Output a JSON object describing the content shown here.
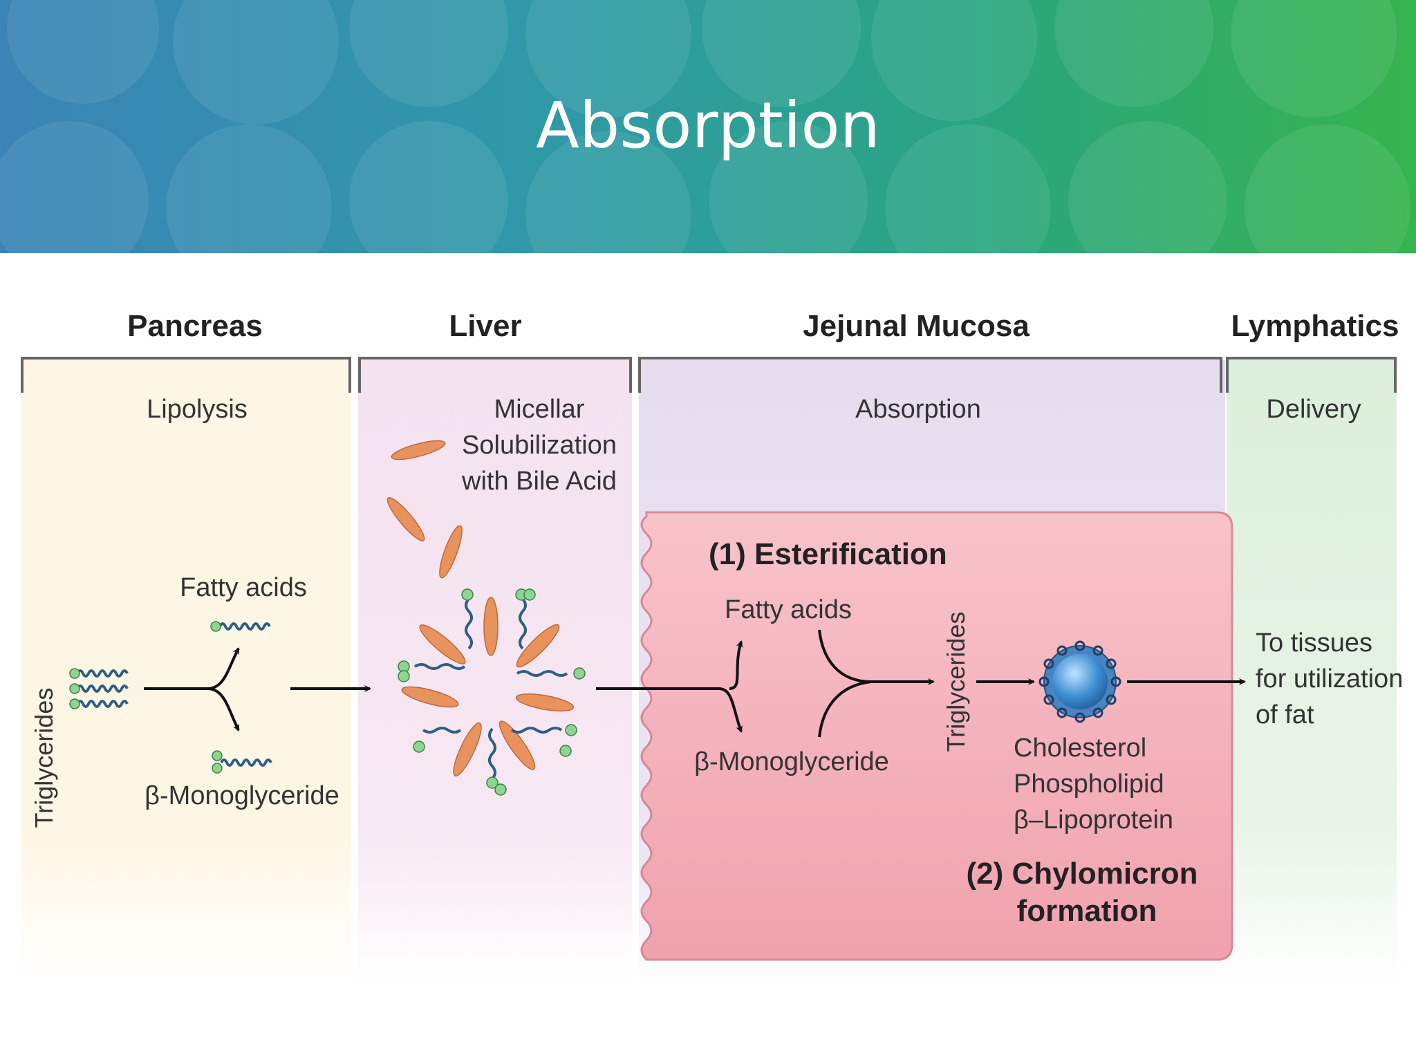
{
  "slide": {
    "title": "Absorption"
  },
  "regions": [
    {
      "name": "Pancreas",
      "process": "Lipolysis"
    },
    {
      "name": "Liver",
      "process": [
        "Micellar",
        "Solubilization",
        "with Bile Acid"
      ]
    },
    {
      "name": "Jejunal Mucosa",
      "process": "Absorption"
    },
    {
      "name": "Lymphatics",
      "process": "Delivery"
    }
  ],
  "pancreas": {
    "triglycerides": "Triglycerides",
    "fatty_acids": "Fatty acids",
    "monoglyceride": "β-Monoglyceride"
  },
  "mucosa": {
    "step1": "(1) Esterification",
    "fatty_acids": "Fatty acids",
    "monoglyceride": "β-Monoglyceride",
    "triglycerides": "Triglycerides",
    "components": [
      "Cholesterol",
      "Phospholipid",
      "β–Lipoprotein"
    ],
    "step2": [
      "(2) Chylomicron",
      "formation"
    ]
  },
  "lymphatics": {
    "destination": [
      "To tissues",
      "for utilization",
      "of fat"
    ]
  },
  "colors": {
    "banner_left": "#3a84b6",
    "banner_right": "#37b34e",
    "pancreas_bg": "#fdf7e6",
    "liver_bg": "#f6e6f1",
    "mucosa_bg": "#e8e0f0",
    "cell_bg": "#f6b8c0",
    "lymph_bg": "#e2f0e0",
    "bile_acid": "#e8925e",
    "lipid_chain": "#2d5f86",
    "glycerol_head": "#8fd490",
    "chylomicron": "#3f8fd2"
  }
}
